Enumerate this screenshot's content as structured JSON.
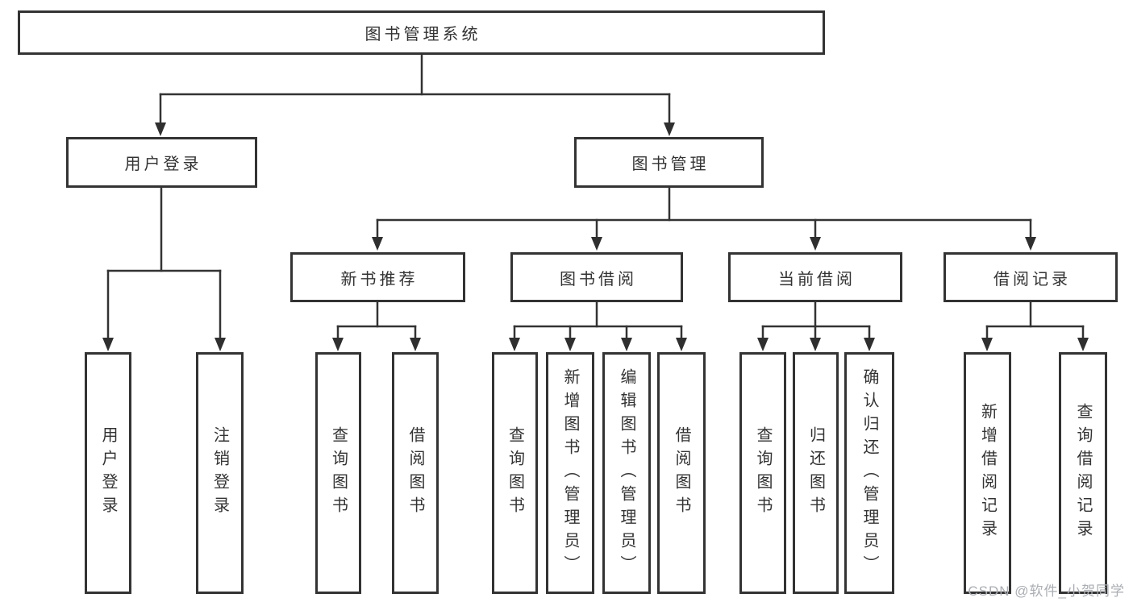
{
  "tree": {
    "root": "图书管理系统",
    "user_login": {
      "label": "用户登录",
      "children": [
        "用户登录",
        "注销登录"
      ]
    },
    "book_management": {
      "label": "图书管理"
    },
    "new_book": {
      "label": "新书推荐",
      "children": [
        "查询图书",
        "借阅图书"
      ]
    },
    "borrowing": {
      "label": "图书借阅",
      "children": [
        "查询图书",
        "新增图书（管理员）",
        "编辑图书（管理员）",
        "借阅图书"
      ]
    },
    "current": {
      "label": "当前借阅",
      "children": [
        "查询图书",
        "归还图书",
        "确认归还（管理员）"
      ]
    },
    "records": {
      "label": "借阅记录",
      "children": [
        "新增借阅记录",
        "查询借阅记录"
      ]
    }
  },
  "watermark": {
    "text": "CSDN @软件_小贺同学"
  },
  "colors": {
    "line": "#333333",
    "box_border": "#333333",
    "text": "#333333",
    "watermark": "#aaadb2",
    "background": "#ffffff"
  }
}
